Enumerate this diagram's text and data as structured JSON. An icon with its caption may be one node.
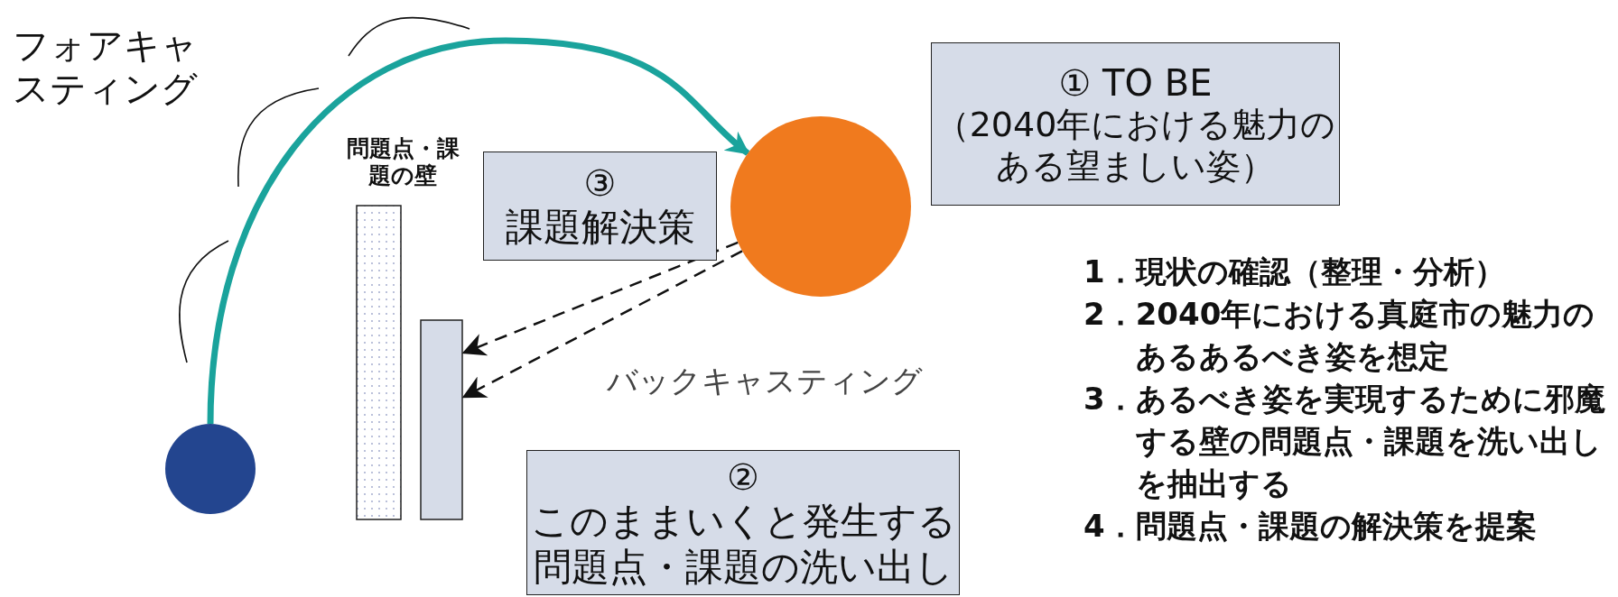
{
  "diagram": {
    "nodes": [
      {
        "text": [
          "① TO BE",
          "（2040年における魅力のある望ましい姿）"
        ]
      },
      {
        "text": [
          "③",
          "課題解決策"
        ]
      },
      {
        "text": [],
        "shape": "circle"
      },
      {
        "text": [],
        "shape": "bar"
      },
      {
        "text": [],
        "shape": "bar"
      },
      {
        "text": [],
        "shape": "circle"
      },
      {
        "text": [
          "②",
          "このままいくと発生する問題点・課題の洗い出し"
        ]
      }
    ],
    "edges": [
      {
        "from": 5,
        "to": 2,
        "arrow": "to",
        "style": "thick",
        "color": "#1aa39c"
      },
      {
        "from": 2,
        "to": 4,
        "arrow": "to",
        "style": "dashed"
      },
      {
        "from": 2,
        "to": 4,
        "arrow": "to",
        "style": "dashed"
      }
    ],
    "labels": [
      "フォアキャスティング",
      "問題点・課題の壁",
      "バックキャスティング",
      "1．現状の確認（整理・分析）",
      "2．2040年における真庭市の魅力のあるあるべき姿を想定",
      "3．あるべき姿を実現するために邪魔する壁の問題点・課題を洗い出しを抽出する",
      "4．問題点・課題の解決策を提案"
    ]
  }
}
